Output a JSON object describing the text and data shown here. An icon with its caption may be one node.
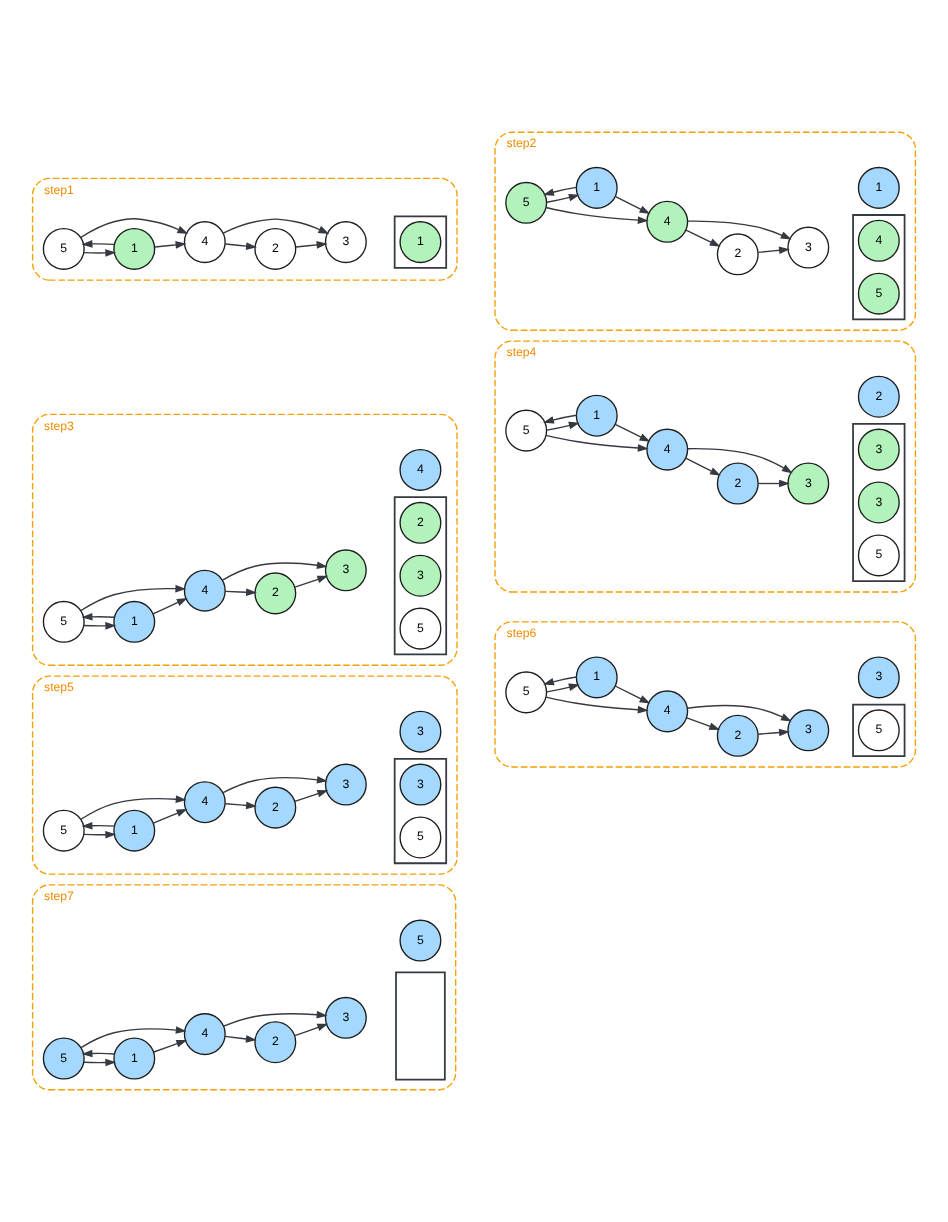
{
  "diagram": {
    "nodes": [
      {
        "text": [
          "step1"
        ]
      },
      {
        "text": [
          "4"
        ],
        "in": 0
      },
      {
        "text": [
          "3"
        ],
        "in": 0
      },
      {
        "text": [
          "1"
        ],
        "in": 0
      },
      {
        "text": [
          "5"
        ],
        "in": 0
      },
      {
        "text": [
          "2"
        ],
        "in": 0
      },
      {
        "text": [],
        "shape": "box",
        "in": 0
      },
      {
        "text": [
          "1"
        ],
        "in": 6
      },
      {
        "text": [
          "step2"
        ]
      },
      {
        "text": [
          "1"
        ],
        "in": 8
      },
      {
        "text": [
          "4"
        ],
        "in": 8
      },
      {
        "text": [
          "3"
        ],
        "in": 8
      },
      {
        "text": [
          "1"
        ],
        "in": 8
      },
      {
        "text": [
          "5"
        ],
        "in": 8
      },
      {
        "text": [
          "2"
        ],
        "in": 8
      },
      {
        "text": [],
        "shape": "box",
        "in": 8
      },
      {
        "text": [
          "4"
        ],
        "in": 15
      },
      {
        "text": [
          "5"
        ],
        "in": 15
      },
      {
        "text": [
          "step3"
        ]
      },
      {
        "text": [
          "4"
        ],
        "in": 18
      },
      {
        "text": [
          "4"
        ],
        "in": 18
      },
      {
        "text": [
          "3"
        ],
        "in": 18
      },
      {
        "text": [
          "1"
        ],
        "in": 18
      },
      {
        "text": [
          "5"
        ],
        "in": 18
      },
      {
        "text": [
          "2"
        ],
        "in": 18
      },
      {
        "text": [],
        "shape": "box",
        "in": 18
      },
      {
        "text": [
          "2"
        ],
        "in": 25
      },
      {
        "text": [
          "3"
        ],
        "in": 25
      },
      {
        "text": [
          "5"
        ],
        "in": 25
      },
      {
        "text": [
          "step4"
        ]
      },
      {
        "text": [
          "2"
        ],
        "in": 29
      },
      {
        "text": [
          "4"
        ],
        "in": 29
      },
      {
        "text": [
          "3"
        ],
        "in": 29
      },
      {
        "text": [
          "1"
        ],
        "in": 29
      },
      {
        "text": [
          "5"
        ],
        "in": 29
      },
      {
        "text": [
          "2"
        ],
        "in": 29
      },
      {
        "text": [],
        "shape": "box",
        "in": 29
      },
      {
        "text": [
          "3"
        ],
        "in": 36
      },
      {
        "text": [
          "3"
        ],
        "in": 36
      },
      {
        "text": [
          "5"
        ],
        "in": 36
      },
      {
        "text": [
          "step5"
        ]
      },
      {
        "text": [
          "3"
        ],
        "in": 40
      },
      {
        "text": [
          "4"
        ],
        "in": 40
      },
      {
        "text": [
          "3"
        ],
        "in": 40
      },
      {
        "text": [
          "1"
        ],
        "in": 40
      },
      {
        "text": [
          "5"
        ],
        "in": 40
      },
      {
        "text": [
          "2"
        ],
        "in": 40
      },
      {
        "text": [],
        "shape": "box",
        "in": 40
      },
      {
        "text": [
          "3"
        ],
        "in": 47
      },
      {
        "text": [
          "5"
        ],
        "in": 47
      },
      {
        "text": [
          "step6"
        ]
      },
      {
        "text": [
          "3"
        ],
        "in": 50
      },
      {
        "text": [
          "4"
        ],
        "in": 50
      },
      {
        "text": [
          "3"
        ],
        "in": 50
      },
      {
        "text": [
          "1"
        ],
        "in": 50
      },
      {
        "text": [
          "5"
        ],
        "in": 50
      },
      {
        "text": [
          "2"
        ],
        "in": 50
      },
      {
        "text": [],
        "shape": "box",
        "in": 50
      },
      {
        "text": [
          "5"
        ],
        "in": 57
      },
      {
        "text": [
          "step7"
        ]
      },
      {
        "text": [
          "5"
        ],
        "in": 59
      },
      {
        "text": [
          "4"
        ],
        "in": 59
      },
      {
        "text": [
          "3"
        ],
        "in": 59
      },
      {
        "text": [
          "1"
        ],
        "in": 59
      },
      {
        "text": [
          "5"
        ],
        "in": 59
      },
      {
        "text": [
          "2"
        ],
        "in": 59
      },
      {
        "text": [],
        "shape": "box",
        "in": 59
      }
    ],
    "edges": [
      {
        "from": 3,
        "to": 1,
        "arrow": "to"
      },
      {
        "from": 3,
        "to": 4,
        "arrow": "to"
      },
      {
        "from": 4,
        "to": 3,
        "arrow": "to"
      },
      {
        "from": 4,
        "to": 1,
        "arrow": "to"
      },
      {
        "from": 1,
        "to": 2,
        "arrow": "to"
      },
      {
        "from": 1,
        "to": 5,
        "arrow": "to"
      },
      {
        "from": 5,
        "to": 2,
        "arrow": "to"
      },
      {
        "from": 12,
        "to": 10,
        "arrow": "to"
      },
      {
        "from": 12,
        "to": 13,
        "arrow": "to"
      },
      {
        "from": 13,
        "to": 12,
        "arrow": "to"
      },
      {
        "from": 13,
        "to": 10,
        "arrow": "to"
      },
      {
        "from": 10,
        "to": 11,
        "arrow": "to"
      },
      {
        "from": 10,
        "to": 14,
        "arrow": "to"
      },
      {
        "from": 14,
        "to": 11,
        "arrow": "to"
      },
      {
        "from": 22,
        "to": 20,
        "arrow": "to"
      },
      {
        "from": 22,
        "to": 23,
        "arrow": "to"
      },
      {
        "from": 23,
        "to": 22,
        "arrow": "to"
      },
      {
        "from": 23,
        "to": 20,
        "arrow": "to"
      },
      {
        "from": 20,
        "to": 21,
        "arrow": "to"
      },
      {
        "from": 20,
        "to": 24,
        "arrow": "to"
      },
      {
        "from": 24,
        "to": 21,
        "arrow": "to"
      },
      {
        "from": 33,
        "to": 31,
        "arrow": "to"
      },
      {
        "from": 33,
        "to": 34,
        "arrow": "to"
      },
      {
        "from": 34,
        "to": 33,
        "arrow": "to"
      },
      {
        "from": 34,
        "to": 31,
        "arrow": "to"
      },
      {
        "from": 31,
        "to": 32,
        "arrow": "to"
      },
      {
        "from": 31,
        "to": 35,
        "arrow": "to"
      },
      {
        "from": 35,
        "to": 32,
        "arrow": "to"
      },
      {
        "from": 44,
        "to": 42,
        "arrow": "to"
      },
      {
        "from": 44,
        "to": 45,
        "arrow": "to"
      },
      {
        "from": 45,
        "to": 44,
        "arrow": "to"
      },
      {
        "from": 45,
        "to": 42,
        "arrow": "to"
      },
      {
        "from": 42,
        "to": 43,
        "arrow": "to"
      },
      {
        "from": 42,
        "to": 46,
        "arrow": "to"
      },
      {
        "from": 46,
        "to": 43,
        "arrow": "to"
      },
      {
        "from": 54,
        "to": 52,
        "arrow": "to"
      },
      {
        "from": 54,
        "to": 55,
        "arrow": "to"
      },
      {
        "from": 55,
        "to": 54,
        "arrow": "to"
      },
      {
        "from": 55,
        "to": 52,
        "arrow": "to"
      },
      {
        "from": 52,
        "to": 53,
        "arrow": "to"
      },
      {
        "from": 52,
        "to": 56,
        "arrow": "to"
      },
      {
        "from": 56,
        "to": 53,
        "arrow": "to"
      },
      {
        "from": 63,
        "to": 61,
        "arrow": "to"
      },
      {
        "from": 63,
        "to": 64,
        "arrow": "to"
      },
      {
        "from": 64,
        "to": 63,
        "arrow": "to"
      },
      {
        "from": 64,
        "to": 61,
        "arrow": "to"
      },
      {
        "from": 61,
        "to": 62,
        "arrow": "to"
      },
      {
        "from": 61,
        "to": 65,
        "arrow": "to"
      },
      {
        "from": 65,
        "to": 62,
        "arrow": "to"
      }
    ]
  }
}
